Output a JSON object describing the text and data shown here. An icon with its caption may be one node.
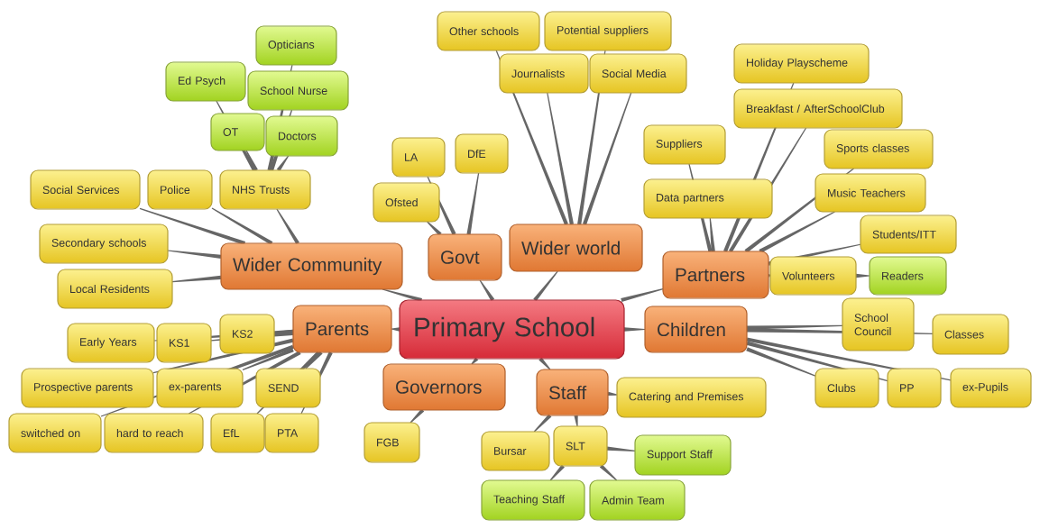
{
  "diagram": {
    "nodes": [
      {
        "text": [
          "Primary School"
        ]
      },
      {
        "text": [
          "Wider Community"
        ]
      },
      {
        "text": [
          "Social Services"
        ]
      },
      {
        "text": [
          "Police"
        ]
      },
      {
        "text": [
          "NHS Trusts"
        ]
      },
      {
        "text": [
          "Opticians"
        ]
      },
      {
        "text": [
          "Ed Psych"
        ]
      },
      {
        "text": [
          "School Nurse"
        ]
      },
      {
        "text": [
          "OT"
        ]
      },
      {
        "text": [
          "Doctors"
        ]
      },
      {
        "text": [
          "Secondary schools"
        ]
      },
      {
        "text": [
          "Local Residents"
        ]
      },
      {
        "text": [
          "Govt"
        ]
      },
      {
        "text": [
          "LA"
        ]
      },
      {
        "text": [
          "DfE"
        ]
      },
      {
        "text": [
          "Ofsted"
        ]
      },
      {
        "text": [
          "Wider world"
        ]
      },
      {
        "text": [
          "Other schools"
        ]
      },
      {
        "text": [
          "Potential suppliers"
        ]
      },
      {
        "text": [
          "Journalists"
        ]
      },
      {
        "text": [
          "Social Media"
        ]
      },
      {
        "text": [
          "Partners"
        ]
      },
      {
        "text": [
          "Holiday Playscheme"
        ]
      },
      {
        "text": [
          "Breakfast / AfterSchoolClub"
        ]
      },
      {
        "text": [
          "Suppliers"
        ]
      },
      {
        "text": [
          "Data partners"
        ]
      },
      {
        "text": [
          "Sports classes"
        ]
      },
      {
        "text": [
          "Music Teachers"
        ]
      },
      {
        "text": [
          "Students/ITT"
        ]
      },
      {
        "text": [
          "Volunteers"
        ]
      },
      {
        "text": [
          "Readers"
        ]
      },
      {
        "text": [
          "Parents"
        ]
      },
      {
        "text": [
          "Early Years"
        ]
      },
      {
        "text": [
          "KS1"
        ]
      },
      {
        "text": [
          "KS2"
        ]
      },
      {
        "text": [
          "Prospective parents"
        ]
      },
      {
        "text": [
          "ex-parents"
        ]
      },
      {
        "text": [
          "SEND"
        ]
      },
      {
        "text": [
          "switched on"
        ]
      },
      {
        "text": [
          "hard to reach"
        ]
      },
      {
        "text": [
          "EfL"
        ]
      },
      {
        "text": [
          "PTA"
        ]
      },
      {
        "text": [
          "Children"
        ]
      },
      {
        "text": [
          "School Council"
        ]
      },
      {
        "text": [
          "Classes"
        ]
      },
      {
        "text": [
          "Clubs"
        ]
      },
      {
        "text": [
          "PP"
        ]
      },
      {
        "text": [
          "ex-Pupils"
        ]
      },
      {
        "text": [
          "Governors"
        ]
      },
      {
        "text": [
          "FGB"
        ]
      },
      {
        "text": [
          "Staff"
        ]
      },
      {
        "text": [
          "Catering and Premises"
        ]
      },
      {
        "text": [
          "Bursar"
        ]
      },
      {
        "text": [
          "SLT"
        ]
      },
      {
        "text": [
          "Support Staff"
        ]
      },
      {
        "text": [
          "Teaching Staff"
        ]
      },
      {
        "text": [
          "Admin Team"
        ]
      }
    ],
    "edges": [
      {
        "from": 0,
        "to": 1,
        "arrow": "none"
      },
      {
        "from": 0,
        "to": 12,
        "arrow": "none"
      },
      {
        "from": 0,
        "to": 16,
        "arrow": "none"
      },
      {
        "from": 0,
        "to": 21,
        "arrow": "none"
      },
      {
        "from": 0,
        "to": 31,
        "arrow": "none"
      },
      {
        "from": 0,
        "to": 42,
        "arrow": "none"
      },
      {
        "from": 0,
        "to": 48,
        "arrow": "none"
      },
      {
        "from": 0,
        "to": 50,
        "arrow": "none"
      },
      {
        "from": 1,
        "to": 2,
        "arrow": "none"
      },
      {
        "from": 1,
        "to": 3,
        "arrow": "none"
      },
      {
        "from": 1,
        "to": 4,
        "arrow": "none"
      },
      {
        "from": 1,
        "to": 10,
        "arrow": "none"
      },
      {
        "from": 1,
        "to": 11,
        "arrow": "none"
      },
      {
        "from": 4,
        "to": 5,
        "arrow": "none"
      },
      {
        "from": 4,
        "to": 6,
        "arrow": "none"
      },
      {
        "from": 4,
        "to": 7,
        "arrow": "none"
      },
      {
        "from": 4,
        "to": 8,
        "arrow": "none"
      },
      {
        "from": 4,
        "to": 9,
        "arrow": "none"
      },
      {
        "from": 12,
        "to": 13,
        "arrow": "none"
      },
      {
        "from": 12,
        "to": 14,
        "arrow": "none"
      },
      {
        "from": 12,
        "to": 15,
        "arrow": "none"
      },
      {
        "from": 16,
        "to": 17,
        "arrow": "none"
      },
      {
        "from": 16,
        "to": 18,
        "arrow": "none"
      },
      {
        "from": 16,
        "to": 19,
        "arrow": "none"
      },
      {
        "from": 16,
        "to": 20,
        "arrow": "none"
      },
      {
        "from": 21,
        "to": 22,
        "arrow": "none"
      },
      {
        "from": 21,
        "to": 23,
        "arrow": "none"
      },
      {
        "from": 21,
        "to": 24,
        "arrow": "none"
      },
      {
        "from": 21,
        "to": 25,
        "arrow": "none"
      },
      {
        "from": 21,
        "to": 26,
        "arrow": "none"
      },
      {
        "from": 21,
        "to": 27,
        "arrow": "none"
      },
      {
        "from": 21,
        "to": 28,
        "arrow": "none"
      },
      {
        "from": 21,
        "to": 29,
        "arrow": "none"
      },
      {
        "from": 29,
        "to": 30,
        "arrow": "none"
      },
      {
        "from": 31,
        "to": 32,
        "arrow": "none"
      },
      {
        "from": 31,
        "to": 33,
        "arrow": "none"
      },
      {
        "from": 31,
        "to": 34,
        "arrow": "none"
      },
      {
        "from": 31,
        "to": 35,
        "arrow": "none"
      },
      {
        "from": 31,
        "to": 36,
        "arrow": "none"
      },
      {
        "from": 31,
        "to": 37,
        "arrow": "none"
      },
      {
        "from": 31,
        "to": 38,
        "arrow": "none"
      },
      {
        "from": 31,
        "to": 39,
        "arrow": "none"
      },
      {
        "from": 31,
        "to": 40,
        "arrow": "none"
      },
      {
        "from": 31,
        "to": 41,
        "arrow": "none"
      },
      {
        "from": 42,
        "to": 43,
        "arrow": "none"
      },
      {
        "from": 42,
        "to": 44,
        "arrow": "none"
      },
      {
        "from": 42,
        "to": 45,
        "arrow": "none"
      },
      {
        "from": 42,
        "to": 46,
        "arrow": "none"
      },
      {
        "from": 42,
        "to": 47,
        "arrow": "none"
      },
      {
        "from": 48,
        "to": 49,
        "arrow": "none"
      },
      {
        "from": 50,
        "to": 51,
        "arrow": "none"
      },
      {
        "from": 50,
        "to": 52,
        "arrow": "none"
      },
      {
        "from": 50,
        "to": 53,
        "arrow": "none"
      },
      {
        "from": 53,
        "to": 54,
        "arrow": "none"
      },
      {
        "from": 53,
        "to": 55,
        "arrow": "none"
      },
      {
        "from": 53,
        "to": 56,
        "arrow": "none"
      }
    ]
  }
}
